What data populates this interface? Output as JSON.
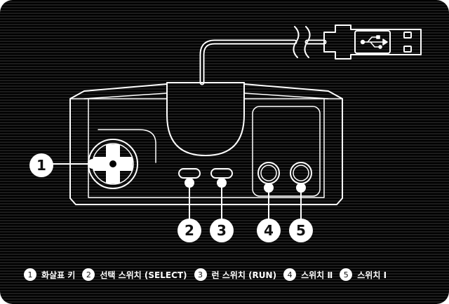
{
  "colors": {
    "background": "#000000",
    "line": "#ffffff",
    "callout_fill": "#ffffff",
    "callout_text": "#111111"
  },
  "diagram": {
    "callouts": [
      {
        "number": "1",
        "part": "direction-pad"
      },
      {
        "number": "2",
        "part": "select-button"
      },
      {
        "number": "3",
        "part": "run-button"
      },
      {
        "number": "4",
        "part": "button-ii"
      },
      {
        "number": "5",
        "part": "button-i"
      }
    ],
    "connector_icon": "usb-icon"
  },
  "legend": [
    {
      "number": "1",
      "label": "화살표 키"
    },
    {
      "number": "2",
      "label": "선택 스위치 (SELECT)"
    },
    {
      "number": "3",
      "label": "런 스위치 (RUN)"
    },
    {
      "number": "4",
      "label": "스위치 Ⅱ"
    },
    {
      "number": "5",
      "label": "스위치 Ⅰ"
    }
  ]
}
